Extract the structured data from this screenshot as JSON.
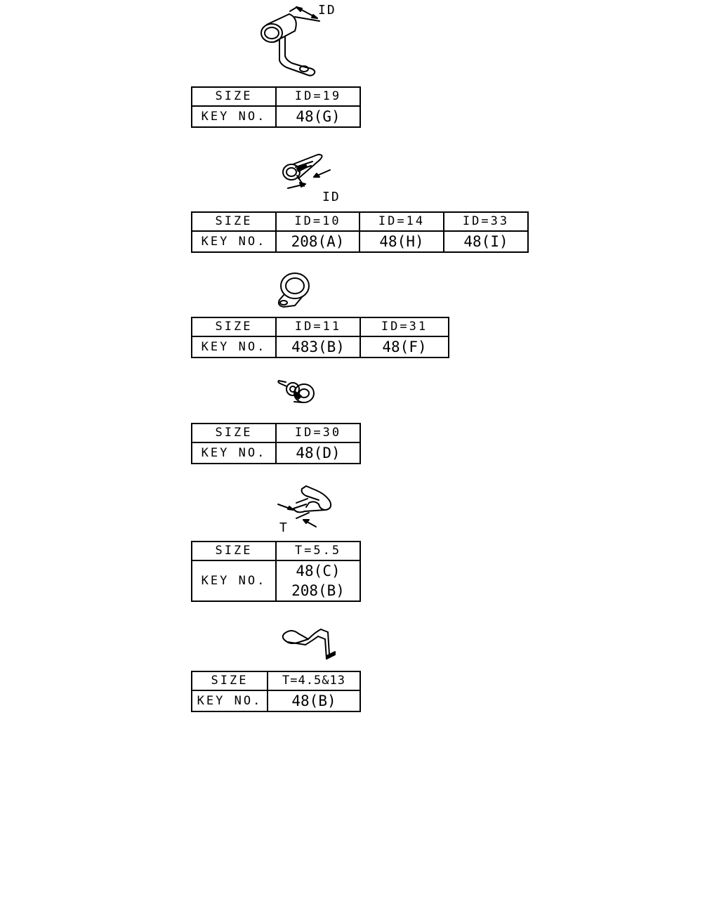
{
  "clamps": [
    {
      "dim_label": "ID",
      "row_labels": {
        "size": "SIZE",
        "key": "KEY NO."
      },
      "sizes": [
        "ID=19"
      ],
      "keys": [
        [
          "48(G)"
        ]
      ]
    },
    {
      "dim_label": "ID",
      "row_labels": {
        "size": "SIZE",
        "key": "KEY NO."
      },
      "sizes": [
        "ID=10",
        "ID=14",
        "ID=33"
      ],
      "keys": [
        [
          "208(A)"
        ],
        [
          "48(H)"
        ],
        [
          "48(I)"
        ]
      ]
    },
    {
      "dim_label": "",
      "row_labels": {
        "size": "SIZE",
        "key": "KEY NO."
      },
      "sizes": [
        "ID=11",
        "ID=31"
      ],
      "keys": [
        [
          "483(B)"
        ],
        [
          "48(F)"
        ]
      ]
    },
    {
      "dim_label": "",
      "row_labels": {
        "size": "SIZE",
        "key": "KEY NO."
      },
      "sizes": [
        "ID=30"
      ],
      "keys": [
        [
          "48(D)"
        ]
      ]
    },
    {
      "dim_label": "T",
      "row_labels": {
        "size": "SIZE",
        "key": "KEY NO."
      },
      "sizes": [
        "T=5.5"
      ],
      "keys": [
        [
          "48(C)",
          "208(B)"
        ]
      ]
    },
    {
      "dim_label": "",
      "row_labels": {
        "size": "SIZE",
        "key": "KEY NO."
      },
      "sizes": [
        "T=4.5&13"
      ],
      "keys": [
        [
          "48(B)"
        ]
      ]
    }
  ]
}
